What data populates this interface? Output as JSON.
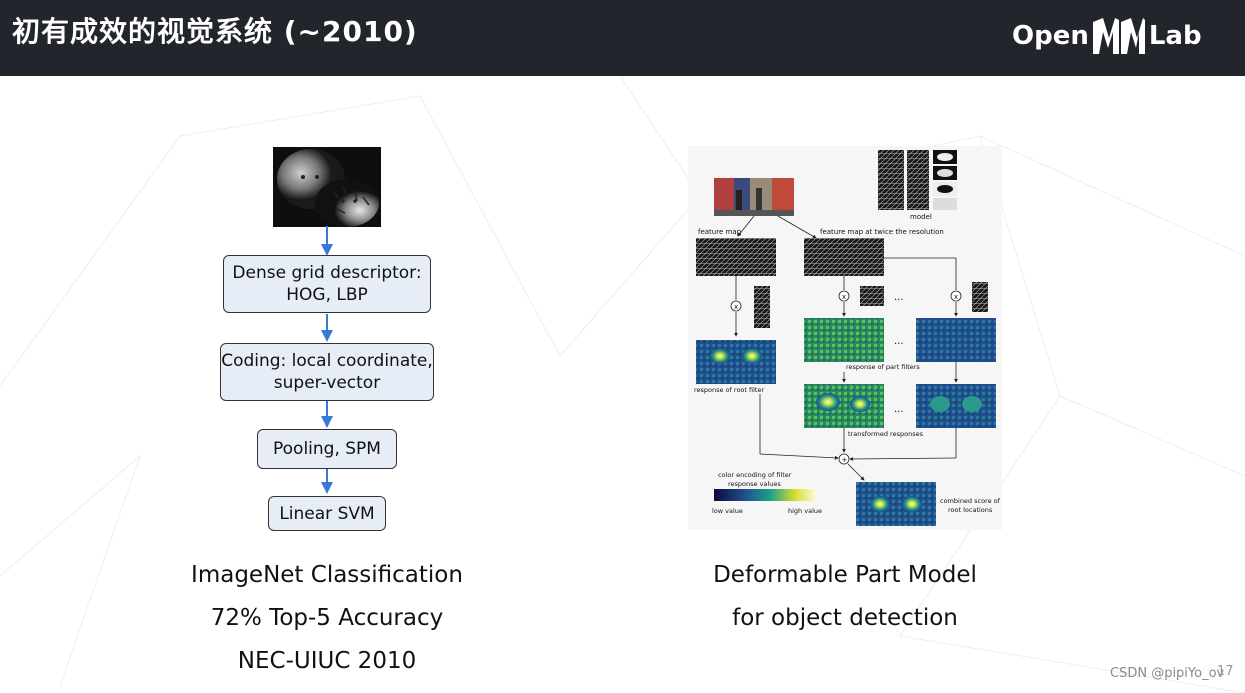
{
  "header": {
    "title": "初有成效的视觉系统 (~2010)",
    "logo_left": "Open",
    "logo_right": "Lab"
  },
  "pipeline": {
    "steps": [
      {
        "line1": "Dense grid descriptor:",
        "line2": "HOG, LBP"
      },
      {
        "line1": "Coding:  local coordinate,",
        "line2": "super-vector"
      },
      {
        "line1": "Pooling, SPM",
        "line2": ""
      },
      {
        "line1": "Linear SVM",
        "line2": ""
      }
    ],
    "caption": [
      "ImageNet Classification",
      "72% Top-5 Accuracy",
      "NEC-UIUC 2010"
    ]
  },
  "dpm": {
    "labels": {
      "model": "model",
      "feature_map": "feature map",
      "feature_map_twice": "feature map at twice the resolution",
      "response_part": "response of part filters",
      "response_root": "response of root filter",
      "transformed": "transformed responses",
      "color_encoding_1": "color encoding of filter",
      "color_encoding_2": "response values",
      "low": "low value",
      "high": "high value",
      "combined_1": "combined score of",
      "combined_2": "root locations",
      "ellipsis": "...",
      "times": "x",
      "plus": "+"
    },
    "caption": [
      "Deformable Part Model",
      "for object detection"
    ]
  },
  "footer": {
    "watermark": "CSDN @pipiYo_ov",
    "page_number": "17"
  },
  "colors": {
    "header_bg": "#22252b",
    "box_fill": "#e6edf7",
    "arrow": "#3a78d8"
  }
}
